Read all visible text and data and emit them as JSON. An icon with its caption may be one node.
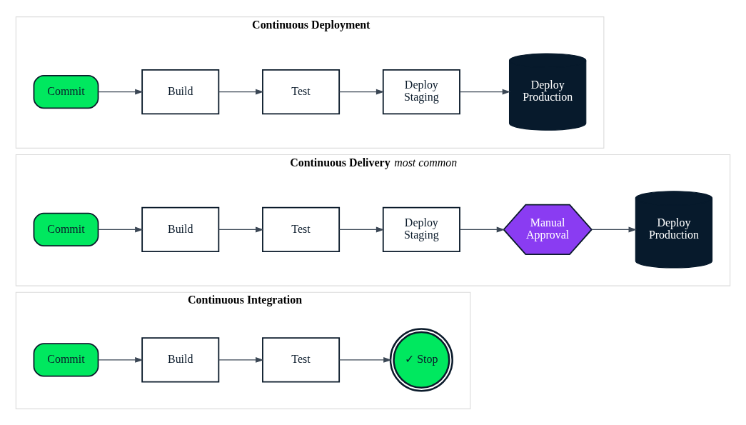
{
  "diagram": {
    "nodes": [
      {
        "text": [
          "Continuous Deployment"
        ]
      },
      {
        "text": [
          "Commit"
        ],
        "in": 0
      },
      {
        "text": [
          "Build"
        ],
        "in": 0
      },
      {
        "text": [
          "Test"
        ],
        "in": 0
      },
      {
        "text": [
          "Deploy Staging"
        ],
        "in": 0
      },
      {
        "text": [
          "Deploy Production"
        ],
        "in": 0
      },
      {
        "text": [
          "Continuous Delivery",
          "most common"
        ]
      },
      {
        "text": [
          "Commit"
        ],
        "in": 6
      },
      {
        "text": [
          "Build"
        ],
        "in": 6
      },
      {
        "text": [
          "Test"
        ],
        "in": 6
      },
      {
        "text": [
          "Deploy Staging"
        ],
        "in": 6
      },
      {
        "text": [
          "Manual Approval"
        ],
        "in": 6
      },
      {
        "text": [
          "Deploy Production"
        ],
        "in": 6
      },
      {
        "text": [
          "Continuous Integration"
        ]
      },
      {
        "text": [
          "Commit"
        ],
        "in": 13
      },
      {
        "text": [
          "Build"
        ],
        "in": 13
      },
      {
        "text": [
          "Test"
        ],
        "in": 13
      },
      {
        "text": [
          "✓ Stop"
        ],
        "in": 13
      }
    ],
    "edges": [
      {
        "from": 1,
        "to": 2,
        "arrow": "to"
      },
      {
        "from": 2,
        "to": 3,
        "arrow": "to"
      },
      {
        "from": 3,
        "to": 4,
        "arrow": "to"
      },
      {
        "from": 4,
        "to": 5,
        "arrow": "to"
      },
      {
        "from": 7,
        "to": 8,
        "arrow": "to"
      },
      {
        "from": 8,
        "to": 9,
        "arrow": "to"
      },
      {
        "from": 9,
        "to": 10,
        "arrow": "to"
      },
      {
        "from": 10,
        "to": 11,
        "arrow": "to"
      },
      {
        "from": 11,
        "to": 12,
        "arrow": "to"
      },
      {
        "from": 14,
        "to": 15,
        "arrow": "to"
      },
      {
        "from": 15,
        "to": 16,
        "arrow": "to"
      },
      {
        "from": 16,
        "to": 17,
        "arrow": "to"
      }
    ]
  }
}
